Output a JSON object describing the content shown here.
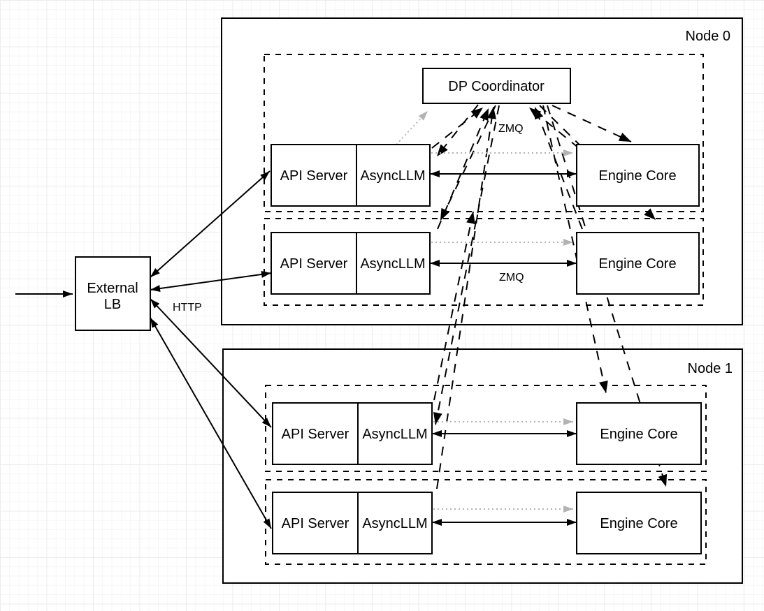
{
  "colors": {
    "stroke": "#000000",
    "dotted_arrow": "#b3b3b3",
    "background": "#ffffff",
    "grid_minor": "#f6f6f6",
    "grid_major": "#ececec",
    "box_fill": "#ffffff"
  },
  "external_lb": {
    "line1": "External",
    "line2": "LB"
  },
  "edge_labels": {
    "http": "HTTP",
    "zmq_coordinator": "ZMQ",
    "zmq_engine": "ZMQ"
  },
  "node0": {
    "title": "Node 0",
    "coordinator_label": "DP Coordinator",
    "rows": [
      {
        "api_server": "API Server",
        "asyncllm": "AsyncLLM",
        "engine_core": "Engine Core"
      },
      {
        "api_server": "API Server",
        "asyncllm": "AsyncLLM",
        "engine_core": "Engine Core"
      }
    ]
  },
  "node1": {
    "title": "Node 1",
    "rows": [
      {
        "api_server": "API Server",
        "asyncllm": "AsyncLLM",
        "engine_core": "Engine Core"
      },
      {
        "api_server": "API Server",
        "asyncllm": "AsyncLLM",
        "engine_core": "Engine Core"
      }
    ]
  }
}
